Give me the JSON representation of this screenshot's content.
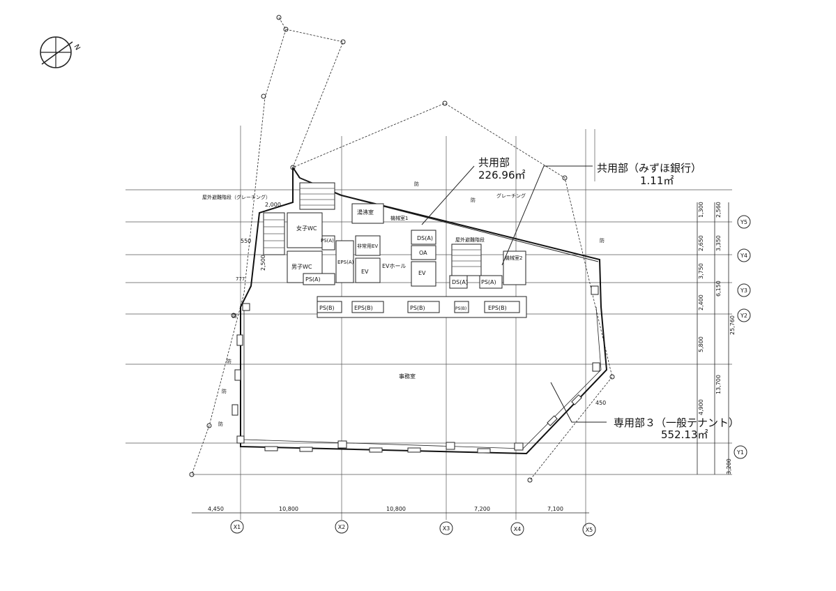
{
  "compass": {
    "north_label": "N"
  },
  "callouts": {
    "common_area_label": "共用部",
    "common_area_value": "226.96㎡",
    "common_mizuho_label": "共用部（みずほ銀行）",
    "common_mizuho_value": "1.11㎡",
    "tenant_label": "専用部３（一般テナント）",
    "tenant_value": "552.13㎡"
  },
  "rooms": {
    "office": "事務室",
    "ev_hall": "EVホール",
    "ev1": "EV",
    "ev2": "EV",
    "emergency_ev": "非常用EV",
    "eps_a": "EPS(A)",
    "ds_a1": "DS(A)",
    "ds_a2": "DS(A)",
    "oa": "OA",
    "ps_a1": "PS(A)",
    "ps_a2": "PS(A)",
    "ps_a3": "PS(A)",
    "female_wc": "女子WC",
    "male_wc": "男子WC",
    "ps_b1": "PS(B)",
    "eps_b1": "EPS(B)",
    "ps_b2": "PS(B)",
    "ps_b3": "PS(B)",
    "eps_b2": "EPS(B)",
    "hot_water": "湯沸室",
    "machine1": "機械室1",
    "machine2": "機械室2",
    "ext_stair_left": "屋外避難階段（グレーチング）",
    "ext_stair_right": "屋外避難階段",
    "grating": "グレーチング",
    "fire_mark": "防"
  },
  "dimensions": {
    "x_bottom": [
      "4,450",
      "10,800",
      "10,800",
      "7,200",
      "7,100"
    ],
    "y_right_inner": [
      "1,300",
      "2,650",
      "3,750",
      "2,400",
      "5,800",
      "4,900"
    ],
    "y_right_outer": [
      "2,560",
      "3,350",
      "6,150",
      "13,700",
      "3,200"
    ],
    "y_total": "25,760",
    "misc_2000": "2,000",
    "misc_550": "550",
    "misc_2500": "2,500",
    "misc_450": "450",
    "misc_777": "777"
  },
  "grid": {
    "x": [
      "X1",
      "X2",
      "X3",
      "X4",
      "X5"
    ],
    "y": [
      "Y5",
      "Y4",
      "Y3",
      "Y2",
      "Y1"
    ]
  }
}
